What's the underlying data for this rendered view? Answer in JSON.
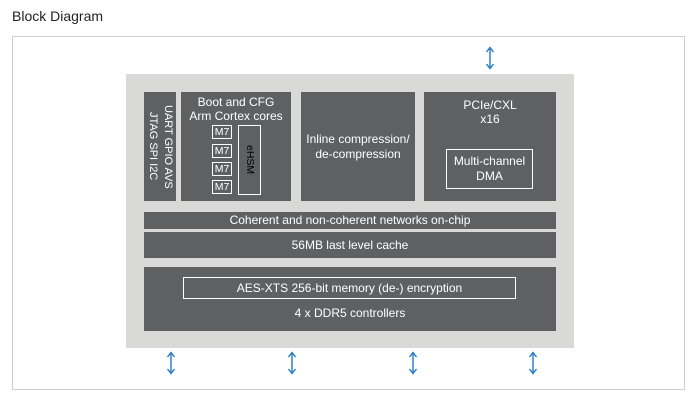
{
  "title": "Block Diagram",
  "blocks": {
    "io": {
      "col1": "JTAG SPI I2C",
      "col2": "UART GPIO AVS"
    },
    "boot": {
      "line1": "Boot and CFG",
      "line2": "Arm Cortex cores"
    },
    "cores": [
      "M7",
      "M7",
      "M7",
      "M7"
    ],
    "ehsm": "eHSM",
    "compression": {
      "line1": "Inline compression/",
      "line2": "de-compression"
    },
    "pcie": {
      "line1": "PCIe/CXL",
      "line2": "x16"
    },
    "dma": {
      "line1": "Multi-channel",
      "line2": "DMA"
    },
    "noc": "Coherent and non-coherent networks on-chip",
    "cache": "56MB last level cache",
    "encryption": "AES-XTS 256-bit memory (de-) encryption",
    "ddr": "4 x DDR5 controllers"
  },
  "colors": {
    "block": "#5f6062",
    "chip_background": "#d9d9d7",
    "arrow": "#1f77c4"
  }
}
